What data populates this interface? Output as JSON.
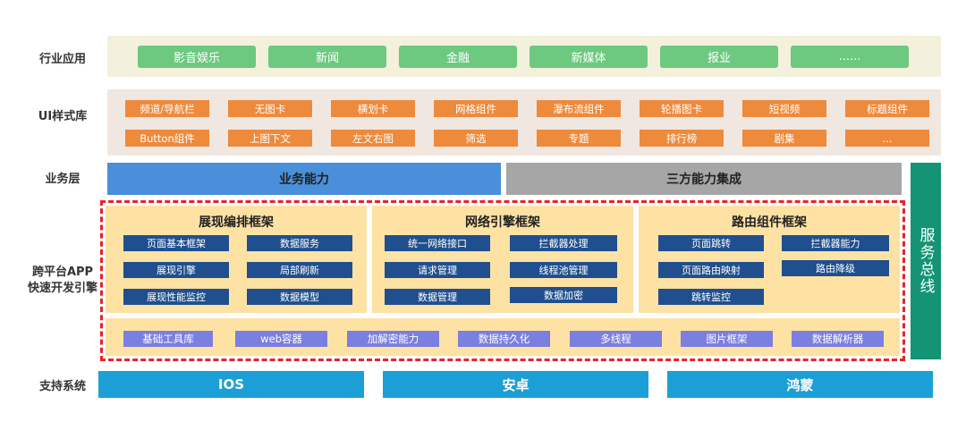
{
  "rows": {
    "industry": "行业应用",
    "ui_library": "UI样式库",
    "business": "业务层",
    "engine_line1": "跨平台APP",
    "engine_line2": "快速开发引擎",
    "platforms": "支持系统"
  },
  "industry_apps": [
    "影音娱乐",
    "新闻",
    "金融",
    "新媒体",
    "报业",
    "......"
  ],
  "ui_components": {
    "row1": [
      "频道/导航栏",
      "无图卡",
      "横划卡",
      "网格组件",
      "瀑布流组件",
      "轮播图卡",
      "短视频",
      "标题组件"
    ],
    "row2": [
      "Button组件",
      "上图下文",
      "左文右图",
      "筛选",
      "专题",
      "排行榜",
      "剧集",
      "..."
    ]
  },
  "business_layer": {
    "capability": "业务能力",
    "third_party": "三方能力集成"
  },
  "service_bus": "服务总线",
  "frameworks": [
    {
      "title": "展现编排框架",
      "items": [
        "页面基本框架",
        "数据服务",
        "展现引擎",
        "局部刷新",
        "展现性能监控",
        "数据模型"
      ]
    },
    {
      "title": "网络引擎框架",
      "items": [
        "统一网络接口",
        "拦截器处理",
        "请求管理",
        "线程池管理",
        "数据管理",
        "数据加密"
      ]
    },
    {
      "title": "路由组件框架",
      "items": [
        "页面跳转",
        "拦截器能力",
        "页面路由映射",
        "路由降级",
        "跳转监控"
      ]
    }
  ],
  "base_tools": [
    "基础工具库",
    "web容器",
    "加解密能力",
    "数据持久化",
    "多线程",
    "图片框架",
    "数据解析器"
  ],
  "os": [
    "IOS",
    "安卓",
    "鸿蒙"
  ],
  "colors": {
    "industry_band": "#f3f0dc",
    "ui_band": "#f1e7e1",
    "green": "#6cc97f",
    "orange": "#ee8a3c",
    "blue_bar": "#4a8fd9",
    "gray_bar": "#a6a6a6",
    "bus": "#149474",
    "panel": "#fde2a4",
    "navy": "#1f4f8e",
    "purple": "#7b7fe0",
    "dashed_border": "#e8222a",
    "os_bar": "#1c9fd6"
  }
}
